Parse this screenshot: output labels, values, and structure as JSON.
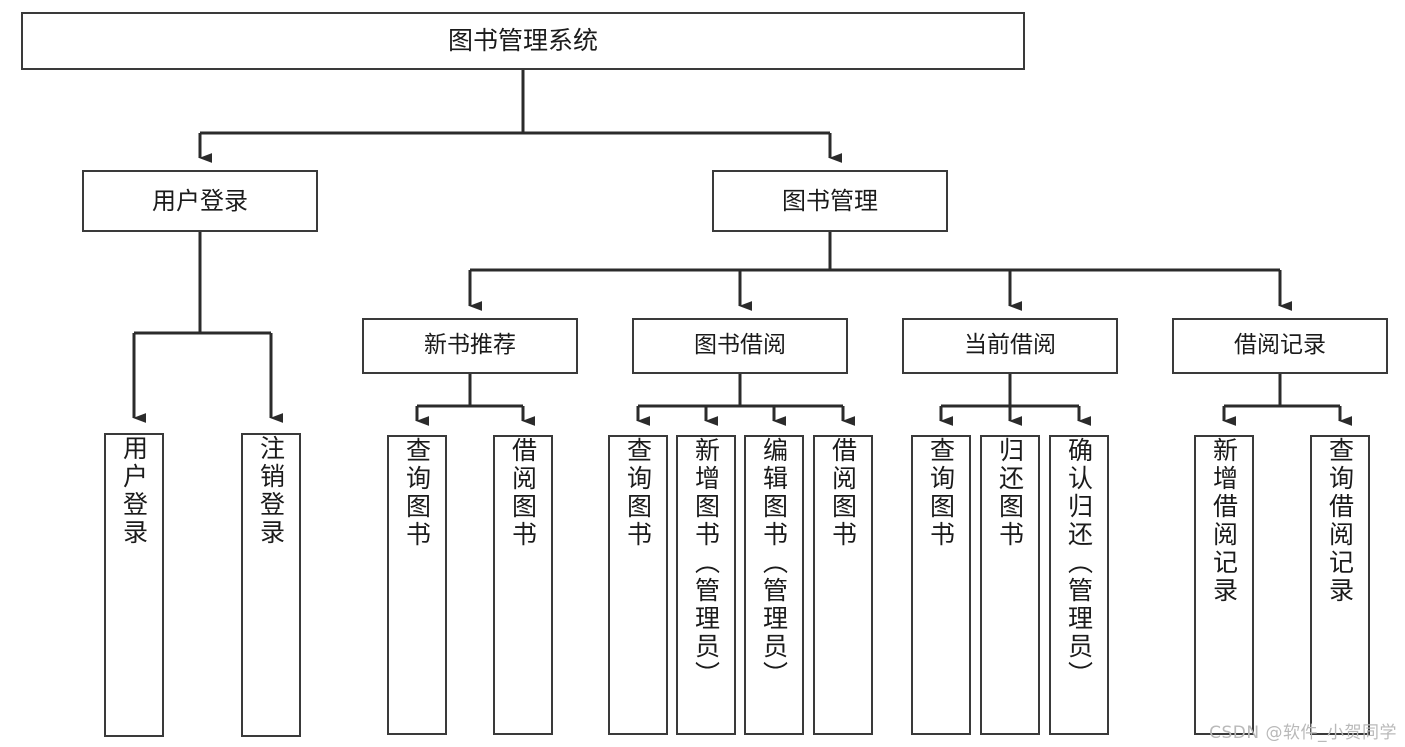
{
  "diagram": {
    "title": "图书管理系统",
    "type": "hierarchy-tree",
    "watermark": "CSDN @软件_小贺同学",
    "colors": {
      "box_border": "#3a3a3a",
      "box_fill": "#ffffff",
      "connector": "#2b2b2b",
      "text": "#1b1b1b",
      "watermark": "#b9b9b9"
    },
    "root": {
      "label": "图书管理系统"
    },
    "level1": [
      {
        "label": "用户登录"
      },
      {
        "label": "图书管理"
      }
    ],
    "level2": [
      {
        "label": "新书推荐"
      },
      {
        "label": "图书借阅"
      },
      {
        "label": "当前借阅"
      },
      {
        "label": "借阅记录"
      }
    ],
    "leaves": {
      "user_login": [
        {
          "label": "用户登录"
        },
        {
          "label": "注销登录"
        }
      ],
      "new_book_recommend": [
        {
          "label": "查询图书"
        },
        {
          "label": "借阅图书"
        }
      ],
      "book_borrow": [
        {
          "label": "查询图书"
        },
        {
          "label": "新增图书（管理员）"
        },
        {
          "label": "编辑图书（管理员）"
        },
        {
          "label": "借阅图书"
        }
      ],
      "current_borrow": [
        {
          "label": "查询图书"
        },
        {
          "label": "归还图书"
        },
        {
          "label": "确认归还（管理员）"
        }
      ],
      "borrow_record": [
        {
          "label": "新增借阅记录"
        },
        {
          "label": "查询借阅记录"
        }
      ]
    }
  }
}
